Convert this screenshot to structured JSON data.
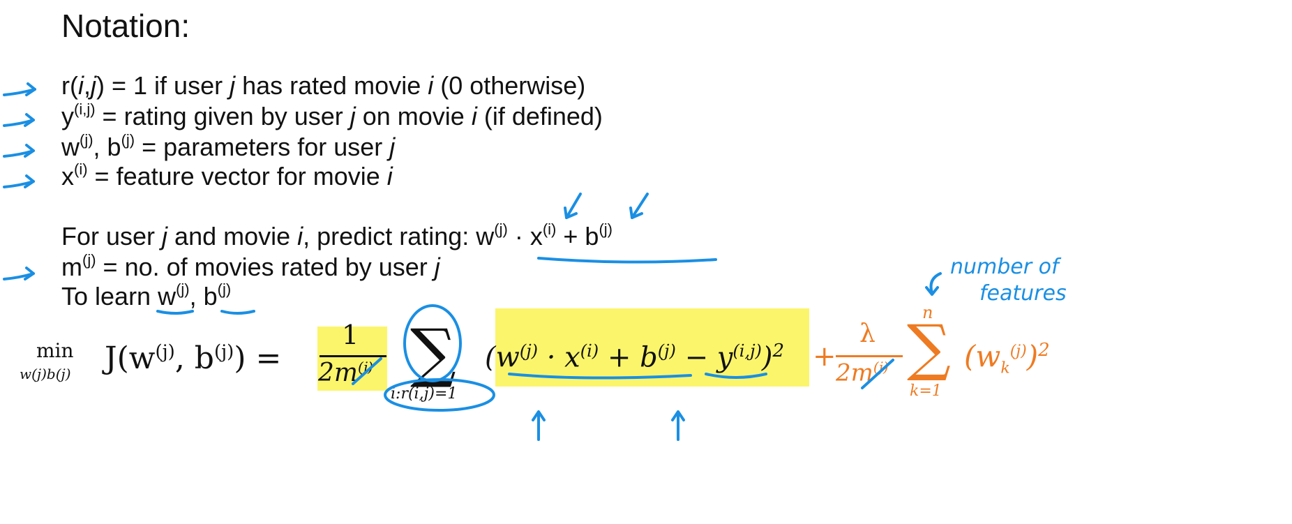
{
  "title": "Notation:",
  "notation": {
    "r": {
      "lhs": "r(",
      "i": "i",
      "comma": ",",
      "j": "j",
      "rhs": ") = 1  if user ",
      "j2": "j",
      "mid": " has rated movie ",
      "i2": "i",
      "tail": "   (0 otherwise)"
    },
    "y": {
      "base": "y",
      "sup": "(i,j)",
      "mid": "  = rating given by user ",
      "j": "j",
      "mid2": " on movie ",
      "i": "i",
      "tail": "  (if defined)"
    },
    "w": {
      "base": "w",
      "sup": "(j)",
      "sep": ", b",
      "sup2": "(j)",
      "mid": " = parameters for user ",
      "j": "j"
    },
    "x": {
      "base": "x",
      "sup": "(i)",
      "mid": " = feature vector for movie ",
      "i": "i"
    }
  },
  "predict": {
    "lead": "For user ",
    "j": "j",
    "mid": " and movie ",
    "i": "i",
    "tail": ", predict rating: ",
    "expr_w": "w",
    "expr_wsup": "(j)",
    "expr_dot": " · x",
    "expr_xsup": "(i)",
    "expr_plus": " + b",
    "expr_bsup": "(j)"
  },
  "m_line": {
    "base": "m",
    "sup": "(j)",
    "mid": " = no. of movies rated by user ",
    "j": "j"
  },
  "learn_line": {
    "lead": "To learn ",
    "w": "w",
    "wsup": "(j)",
    "sep": ", ",
    "b": "b",
    "bsup": "(j)"
  },
  "equation": {
    "min": "min",
    "min_sub": "w(j)b(j)",
    "J": "J(w",
    "J_sup1": "(j)",
    "J_mid": ", b",
    "J_sup2": "(j)",
    "J_close": ") =",
    "frac1_num": "1",
    "frac1_den": "2m",
    "frac1_den_sup": "(j)",
    "sum_symbol": "∑",
    "sum_sub": "i:r(i,j)=1",
    "term_open": "(w",
    "term_wsup": "(j)",
    "term_dot": " · x",
    "term_xsup": "(i)",
    "term_plus": " + b",
    "term_bsup": "(j)",
    "term_minus": " − y",
    "term_ysup": "(i,j)",
    "term_close": ")",
    "term_pow": "2",
    "plus": "+",
    "frac2_num": "λ",
    "frac2_den": "2m",
    "frac2_den_sup": "(j)",
    "sum2_symbol": "∑",
    "sum2_top": "n",
    "sum2_sub": "k=1",
    "reg_open": "(w",
    "reg_sub": "k",
    "reg_sup": "(j)",
    "reg_close": ")",
    "reg_pow": "2"
  },
  "handwriting": {
    "note_line1": "number of",
    "note_line2": "features"
  },
  "colors": {
    "ink": "#1a8fe3",
    "highlight": "#fbf56b",
    "orange": "#ee7b22"
  }
}
